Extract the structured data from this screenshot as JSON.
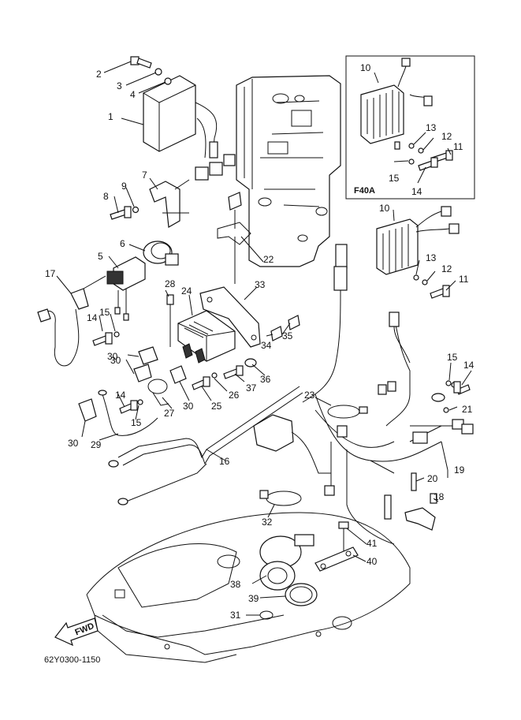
{
  "inset": {
    "title": "F40A"
  },
  "drawing_code": "62Y0300-1150",
  "fwd_label": "FWD",
  "callouts": [
    "1",
    "2",
    "3",
    "4",
    "5",
    "6",
    "7",
    "8",
    "9",
    "10",
    "10",
    "11",
    "11",
    "12",
    "12",
    "13",
    "13",
    "14",
    "14",
    "14",
    "14",
    "15",
    "15",
    "15",
    "15",
    "16",
    "17",
    "18",
    "19",
    "20",
    "21",
    "22",
    "23",
    "24",
    "25",
    "26",
    "27",
    "28",
    "29",
    "30",
    "30",
    "30",
    "30",
    "31",
    "32",
    "33",
    "34",
    "35",
    "36",
    "37",
    "38",
    "39",
    "40",
    "41"
  ]
}
